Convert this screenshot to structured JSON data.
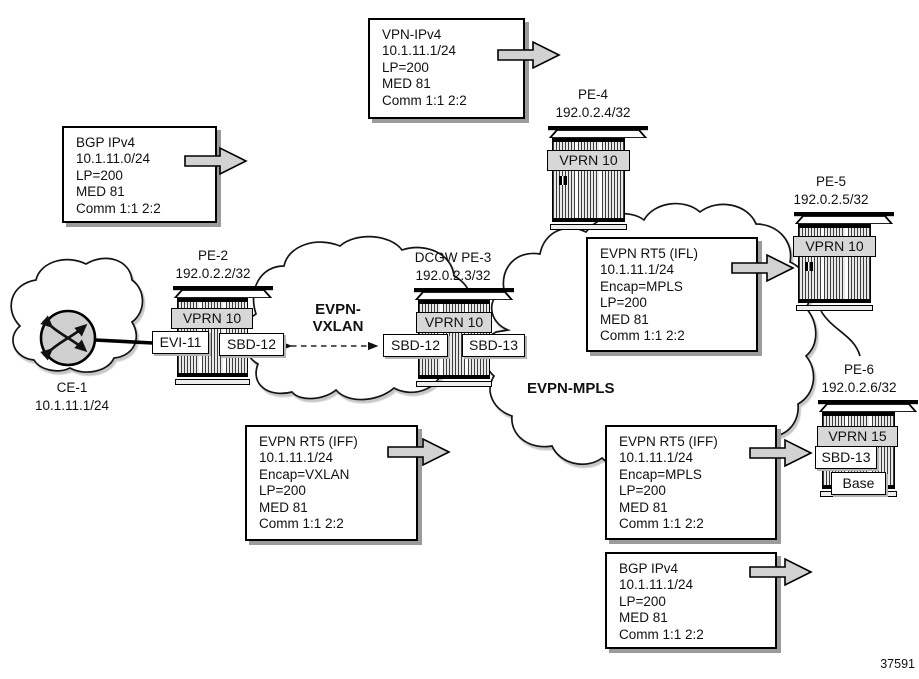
{
  "figure_number": "37591",
  "clouds": {
    "vxlan": {
      "label_line1": "EVPN-",
      "label_line2": "VXLAN"
    },
    "mpls": {
      "label": "EVPN-MPLS"
    }
  },
  "nodes": {
    "ce1": {
      "name": "CE-1",
      "address": "10.1.11.1/24"
    },
    "pe2": {
      "name": "PE-2",
      "address": "192.0.2.2/32",
      "service": "VPRN 10",
      "evi": "EVI-11",
      "sbd": "SBD-12"
    },
    "pe3": {
      "name": "DCGW PE-3",
      "address": "192.0.2.3/32",
      "service": "VPRN 10",
      "sbd_left": "SBD-12",
      "sbd_right": "SBD-13"
    },
    "pe4": {
      "name": "PE-4",
      "address": "192.0.2.4/32",
      "service": "VPRN 10"
    },
    "pe5": {
      "name": "PE-5",
      "address": "192.0.2.5/32",
      "service": "VPRN 10"
    },
    "pe6": {
      "name": "PE-6",
      "address": "192.0.2.6/32",
      "service": "VPRN 15",
      "sbd": "SBD-13",
      "base": "Base"
    }
  },
  "route_boxes": {
    "bgp_ipv4_left": {
      "lines": [
        "BGP IPv4",
        "10.1.11.0/24",
        "LP=200",
        "MED 81",
        "Comm 1:1 2:2"
      ]
    },
    "vpn_ipv4": {
      "lines": [
        "VPN-IPv4",
        "10.1.11.1/24",
        "LP=200",
        "MED 81",
        "Comm 1:1 2:2"
      ]
    },
    "evpn_rt5_ifl": {
      "lines": [
        "EVPN RT5 (IFL)",
        "10.1.11.1/24",
        "Encap=MPLS",
        "LP=200",
        "MED 81",
        "Comm 1:1 2:2"
      ]
    },
    "evpn_rt5_iff_vxlan": {
      "lines": [
        "EVPN RT5 (IFF)",
        "10.1.11.1/24",
        "Encap=VXLAN",
        "LP=200",
        "MED 81",
        "Comm 1:1 2:2"
      ]
    },
    "evpn_rt5_iff_mpls": {
      "lines": [
        "EVPN RT5 (IFF)",
        "10.1.11.1/24",
        "Encap=MPLS",
        "LP=200",
        "MED 81",
        "Comm 1:1 2:2"
      ]
    },
    "bgp_ipv4_bottom": {
      "lines": [
        "BGP IPv4",
        "10.1.11.1/24",
        "LP=200",
        "MED 81",
        "Comm 1:1 2:2"
      ]
    }
  },
  "colors": {
    "arrow_fill": "#d2d2d2",
    "band_fill": "#d7d7d7",
    "ce_fill": "#cfcfcf",
    "shadow": "#9b9b9b"
  }
}
